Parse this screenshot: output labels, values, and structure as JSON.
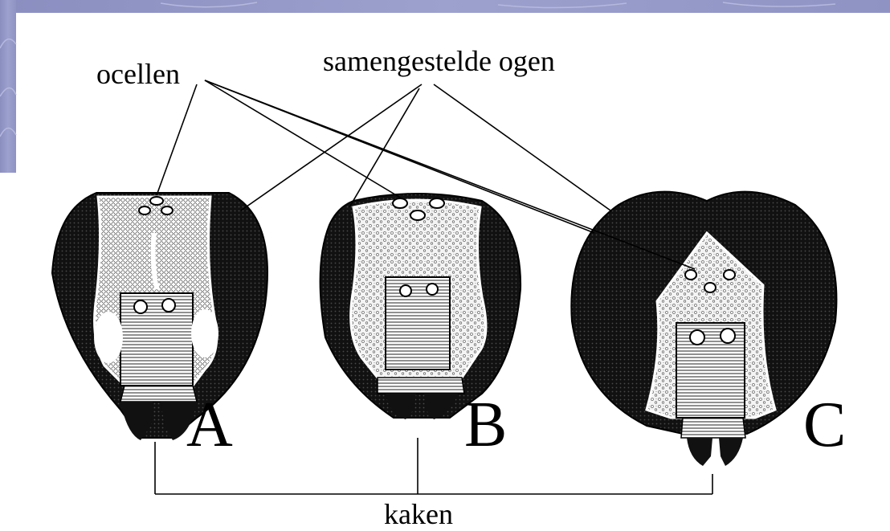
{
  "labels": {
    "ocelli": "ocellen",
    "compound_eyes": "samengestelde ogen",
    "mandibles": "kaken"
  },
  "heads": [
    {
      "letter": "A"
    },
    {
      "letter": "B"
    },
    {
      "letter": "C"
    }
  ],
  "colors": {
    "background_band": "#8f93c4",
    "ink": "#000000",
    "paper": "#ffffff"
  }
}
